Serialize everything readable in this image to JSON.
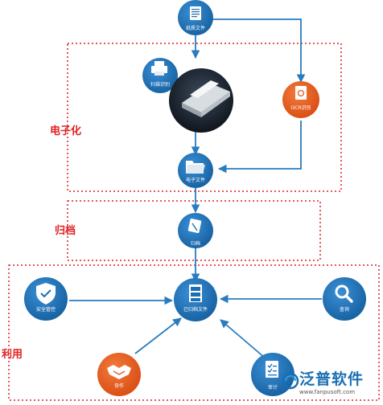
{
  "regions": {
    "digitize": "电子化",
    "archive": "归档",
    "utilize": "利用"
  },
  "nodes": {
    "paper_document": "纸质文件",
    "scan": "扫描识别",
    "ocr": "OCR识别",
    "electronic_document": "电子文件",
    "archive": "归档",
    "archived_document": "已归档文件",
    "security": "安全管控",
    "query": "查询",
    "collaborate": "协作",
    "audit": "审计"
  },
  "brand": {
    "name": "泛普软件",
    "url": "www.fanpusoft.com"
  },
  "colors": {
    "primary": "#1a6fb5",
    "region_border": "#e02020",
    "accent_orange": "#e8581e",
    "arrow": "#2a7cc0"
  }
}
